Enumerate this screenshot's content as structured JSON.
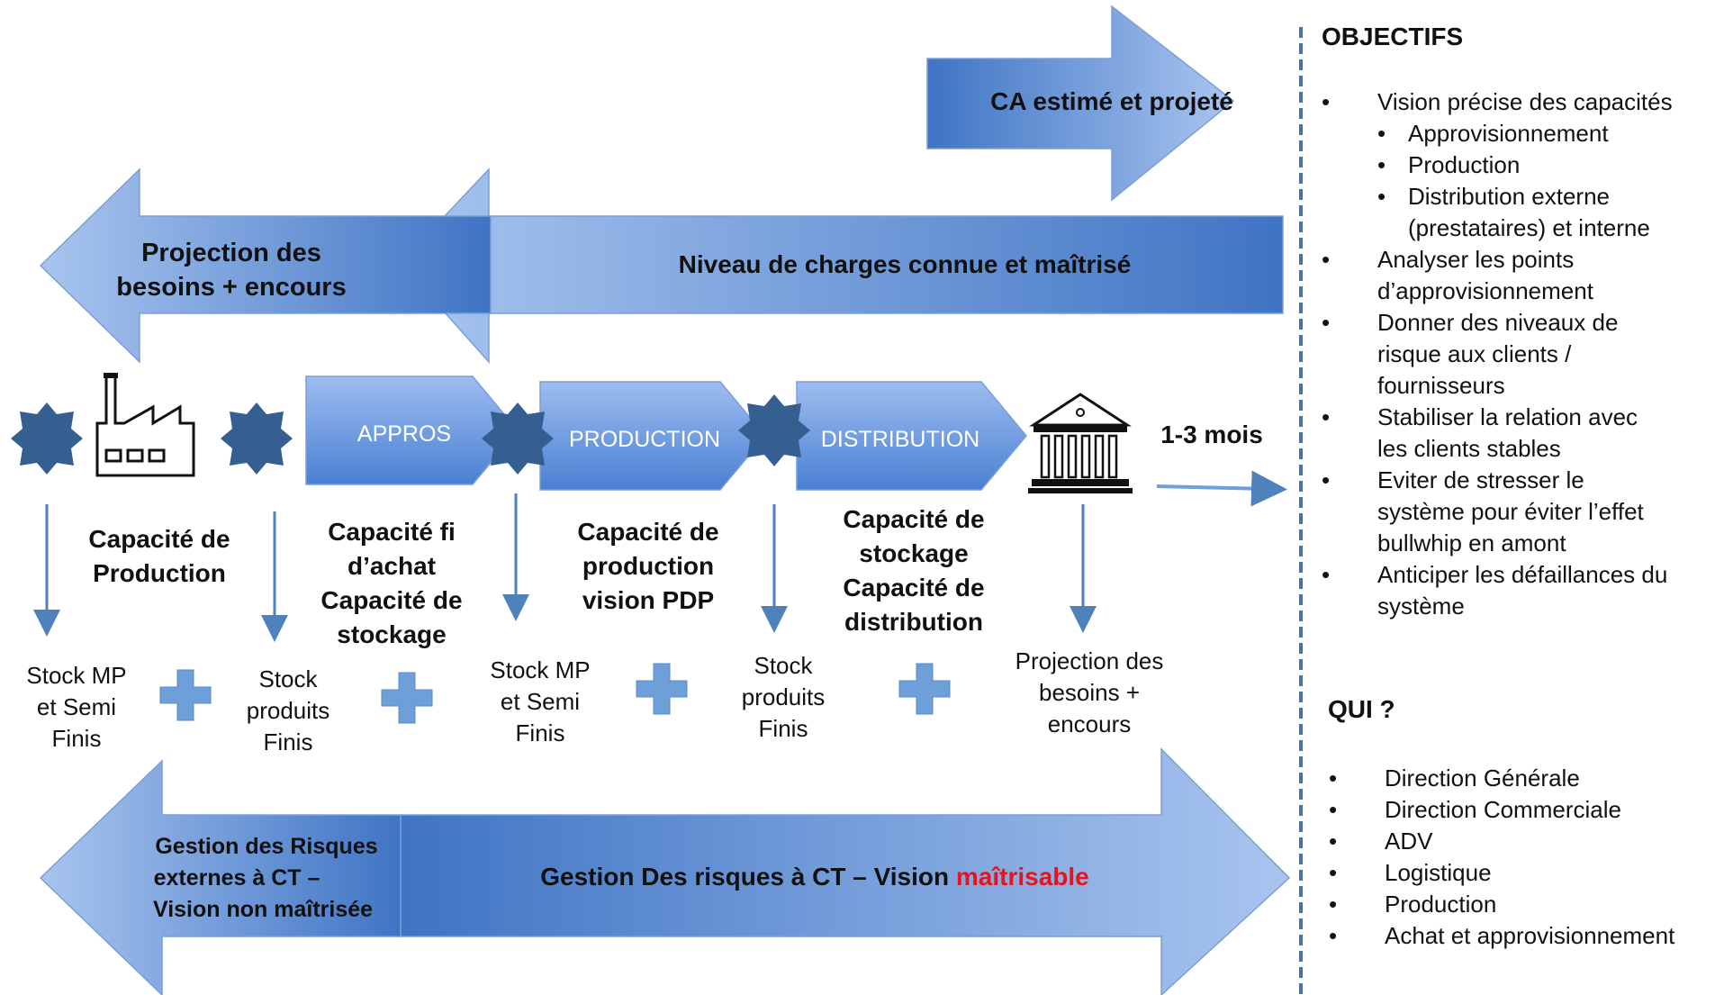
{
  "arrows": {
    "ca": "CA estimé et projeté",
    "projection": [
      "Projection des",
      "besoins + encours"
    ],
    "niveau": "Niveau de charges connue et maîtrisé",
    "approvisionnement": "APPROS",
    "production": "PRODUCTION",
    "distribution": "DISTRIBUTION",
    "horizon": "1-3 mois",
    "externes": [
      "Gestion des Risques",
      "externes  à CT –",
      "Vision non maîtrisée"
    ],
    "gestion": {
      "prefix": "Gestion Des risques à CT – Vision ",
      "highlight": "maîtrisable"
    }
  },
  "capacities": [
    {
      "lines": [
        "Capacité de",
        "Production"
      ]
    },
    {
      "lines": [
        "Capacité fi",
        "d’achat",
        "Capacité de",
        "stockage"
      ]
    },
    {
      "lines": [
        "Capacité de",
        "production",
        "vision PDP"
      ]
    },
    {
      "lines": [
        "Capacité de",
        "stockage",
        "Capacité de",
        "distribution"
      ]
    }
  ],
  "stocks": [
    {
      "lines": [
        "Stock MP",
        "et Semi",
        "Finis"
      ]
    },
    {
      "lines": [
        "Stock",
        "produits",
        "Finis"
      ]
    },
    {
      "lines": [
        "Stock MP",
        "et Semi",
        "Finis"
      ]
    },
    {
      "lines": [
        "Stock",
        "produits",
        "Finis"
      ]
    },
    {
      "lines": [
        "Projection des",
        "besoins +",
        "encours"
      ]
    }
  ],
  "objectifs": {
    "title": "OBJECTIFS",
    "items": [
      {
        "text": "Vision précise des capacités",
        "sub": [
          "Approvisionnement",
          "Production",
          "Distribution externe",
          "(prestataires) et interne"
        ]
      },
      {
        "text": "Analyser les points",
        "cont": [
          "d’approvisionnement"
        ]
      },
      {
        "text": "Donner des niveaux de",
        "cont": [
          "risque aux clients /",
          "fournisseurs"
        ]
      },
      {
        "text": "Stabiliser la relation avec",
        "cont": [
          "les clients stables"
        ]
      },
      {
        "text": "Eviter de stresser le",
        "cont": [
          "système pour éviter l’effet",
          "bullwhip en amont"
        ]
      },
      {
        "text": "Anticiper les défaillances du",
        "cont": [
          "système"
        ]
      }
    ],
    "bullet": "•"
  },
  "qui": {
    "title": "QUI ?",
    "items": [
      "Direction Générale",
      "Direction Commerciale",
      "ADV",
      "Logistique",
      "Production",
      "Achat et approvisionnement"
    ]
  },
  "colors": {
    "arrow_light": "#a7c3ee",
    "arrow_dark": "#3f74c4",
    "star": "#365f91",
    "plus": "#6f9fd9",
    "down_arrow": "#4f81bd",
    "divider": "#4f6fa8",
    "highlight": "#e8141c"
  },
  "icons": [
    "factory-icon",
    "bank-icon",
    "star-icon",
    "plus-icon"
  ]
}
